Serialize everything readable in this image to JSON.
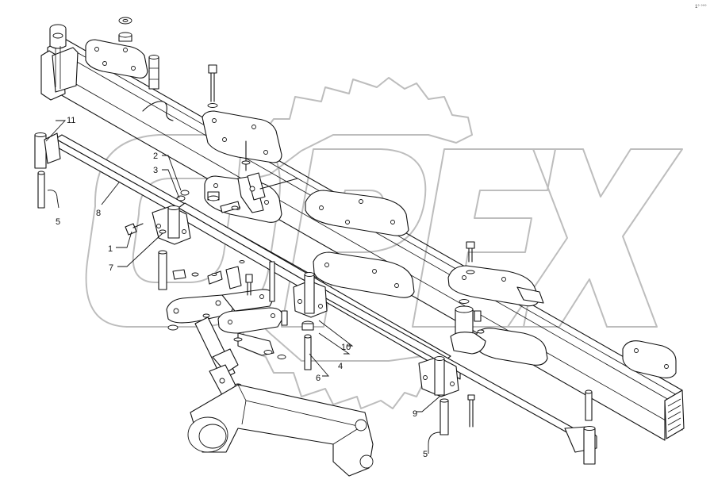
{
  "diagram": {
    "watermark": "OPEX",
    "corner_mark": "1° °°°",
    "callouts": [
      {
        "id": "c1",
        "text": "1"
      },
      {
        "id": "c2",
        "text": "2"
      },
      {
        "id": "c3",
        "text": "3"
      },
      {
        "id": "c4",
        "text": "4"
      },
      {
        "id": "c5a",
        "text": "5"
      },
      {
        "id": "c5b",
        "text": "5"
      },
      {
        "id": "c6",
        "text": "6"
      },
      {
        "id": "c7",
        "text": "7"
      },
      {
        "id": "c8",
        "text": "8"
      },
      {
        "id": "c9",
        "text": "9"
      },
      {
        "id": "c10",
        "text": "10"
      },
      {
        "id": "c11",
        "text": "11"
      }
    ]
  }
}
